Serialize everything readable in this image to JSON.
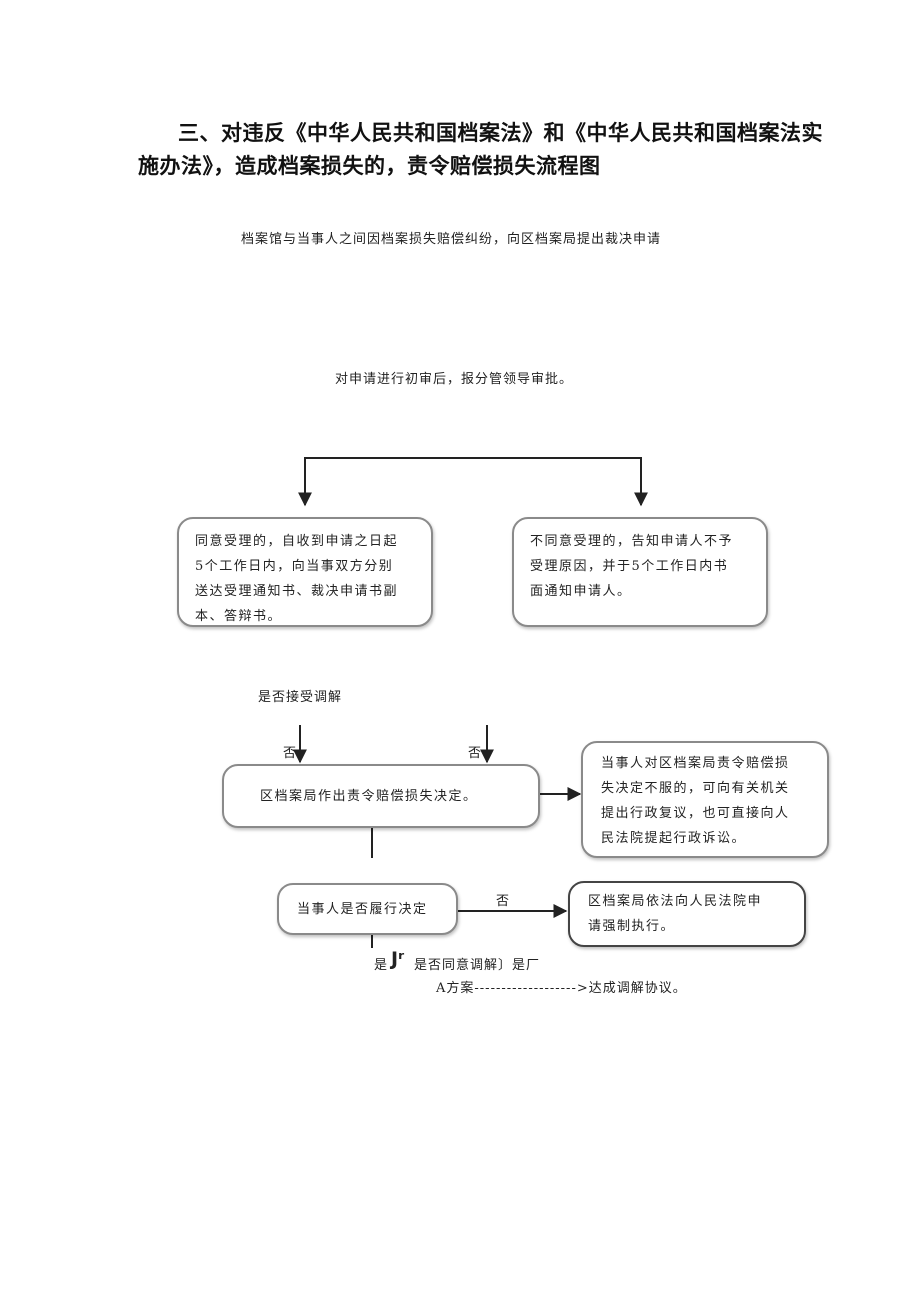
{
  "title": {
    "line1": "三、对违反《中华人民共和国档案法》和《中华人民共和国档案法实",
    "line2": "施办法》，造成档案损失的，责令赔偿损失流程图"
  },
  "steps": {
    "start": "档案馆与当事人之间因档案损失赔偿纠纷，向区档案局提出裁决申请",
    "review": "对申请进行初审后，报分管领导审批。"
  },
  "boxes": {
    "accept": [
      "同意受理的，自收到申请之日起",
      "5个工作日内，向当事双方分别",
      "送达受理通知书、裁决申请书副",
      "本、答辩书。"
    ],
    "reject": [
      "不同意受理的，告知申请人不予",
      "受理原因，并于5个工作日内书",
      "面通知申请人。"
    ],
    "decision": "区档案局作出责令赔偿损失决定。",
    "appeal": [
      "当事人对区档案局责令赔偿损",
      "失决定不服的，可向有关机关",
      "提出行政复议，也可直接向人",
      "民法院提起行政诉讼。"
    ],
    "perform": "当事人是否履行决定",
    "enforce": [
      "区档案局依法向人民法院申",
      "请强制执行。"
    ]
  },
  "labels": {
    "mediation_q": "是否接受调解",
    "no_left": "否",
    "no_right": "否",
    "no_perform": "否",
    "yes_pre": "是",
    "yes_glyph": "Jʳ",
    "agree_q": "是否同意调解〕是厂",
    "plan_line": "A方案------------------->达成调解协议。"
  },
  "colors": {
    "box_border": "#8a8a8a",
    "box_border_dark": "#444444",
    "line": "#222222"
  }
}
